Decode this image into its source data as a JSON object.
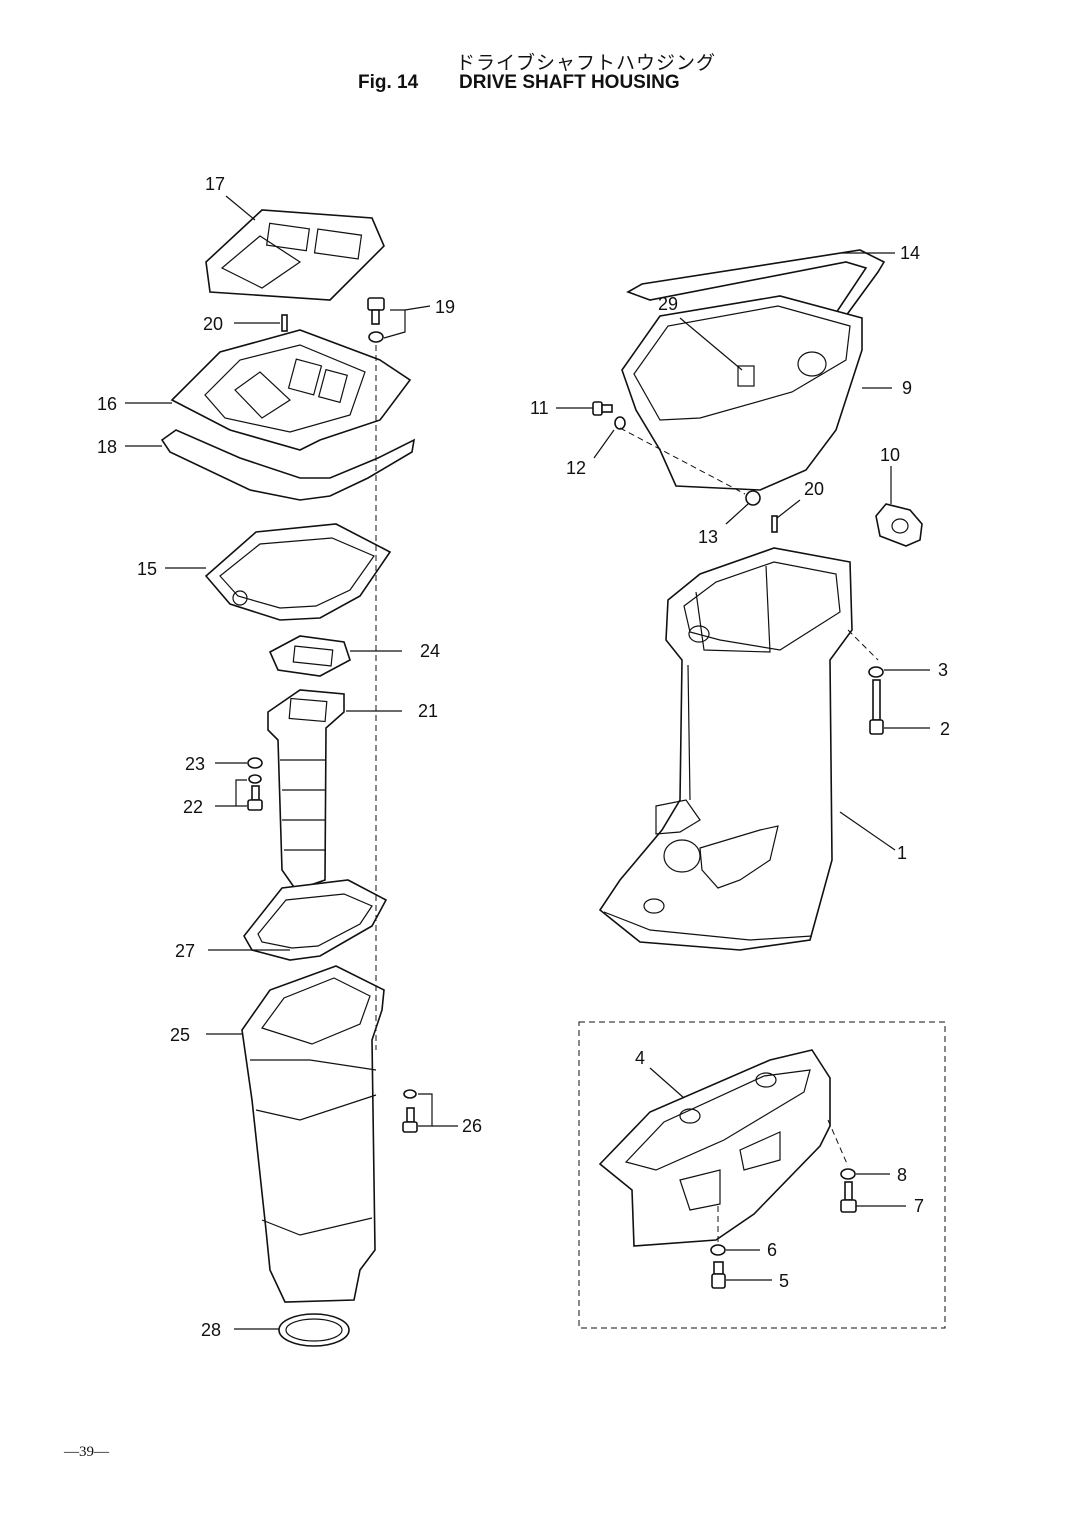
{
  "title_jp": "ドライブシャフトハウジング",
  "fig_number": "Fig. 14",
  "title_en": "DRIVE SHAFT HOUSING",
  "page_number": "—39—",
  "callouts": {
    "c1": "1",
    "c2": "2",
    "c3": "3",
    "c4": "4",
    "c5": "5",
    "c6": "6",
    "c7": "7",
    "c8": "8",
    "c9": "9",
    "c10": "10",
    "c11": "11",
    "c12": "12",
    "c13": "13",
    "c14": "14",
    "c15": "15",
    "c16": "16",
    "c17": "17",
    "c18": "18",
    "c19": "19",
    "c20a": "20",
    "c20b": "20",
    "c21": "21",
    "c22": "22",
    "c23": "23",
    "c24": "24",
    "c25": "25",
    "c26": "26",
    "c27": "27",
    "c28": "28",
    "c29": "29"
  }
}
